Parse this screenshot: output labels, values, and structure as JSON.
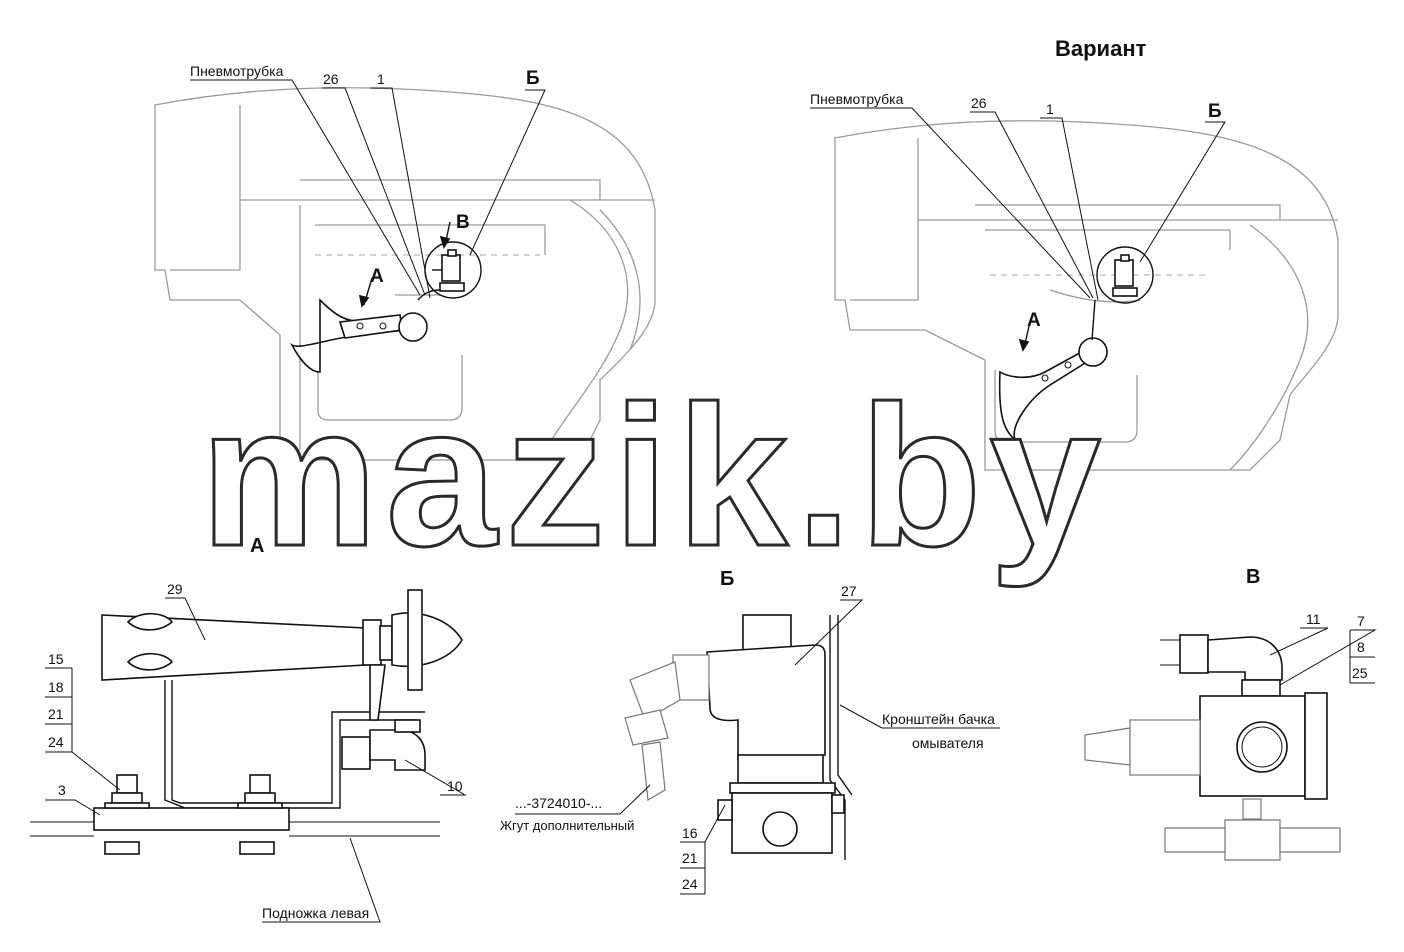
{
  "top_left_view": {
    "callouts": [
      "Пневмотрубка",
      "26",
      "1",
      "Б"
    ],
    "view_arrows": [
      "А",
      "В"
    ]
  },
  "top_right_view": {
    "title": "Вариант",
    "callouts": [
      "Пневмотрубка",
      "26",
      "1",
      "Б"
    ],
    "view_arrows": [
      "А"
    ]
  },
  "detail_a": {
    "title": "А",
    "callouts": {
      "part29": "29",
      "stack": [
        "15",
        "18",
        "21",
        "24"
      ],
      "part3": "3",
      "part10": "10",
      "footstep": "Подножка левая"
    }
  },
  "detail_b": {
    "title": "Б",
    "callouts": {
      "part27": "27",
      "bracket_line1": "Кронштейн бачка",
      "bracket_line2": "омывателя",
      "harness_code": "...-3724010-...",
      "harness_name": "Жгут дополнительный",
      "stack": [
        "16",
        "21",
        "24"
      ]
    }
  },
  "detail_v": {
    "title": "В",
    "callouts": {
      "part11": "11",
      "stack": [
        "7",
        "8",
        "25"
      ]
    }
  },
  "watermark": "mazik.by"
}
